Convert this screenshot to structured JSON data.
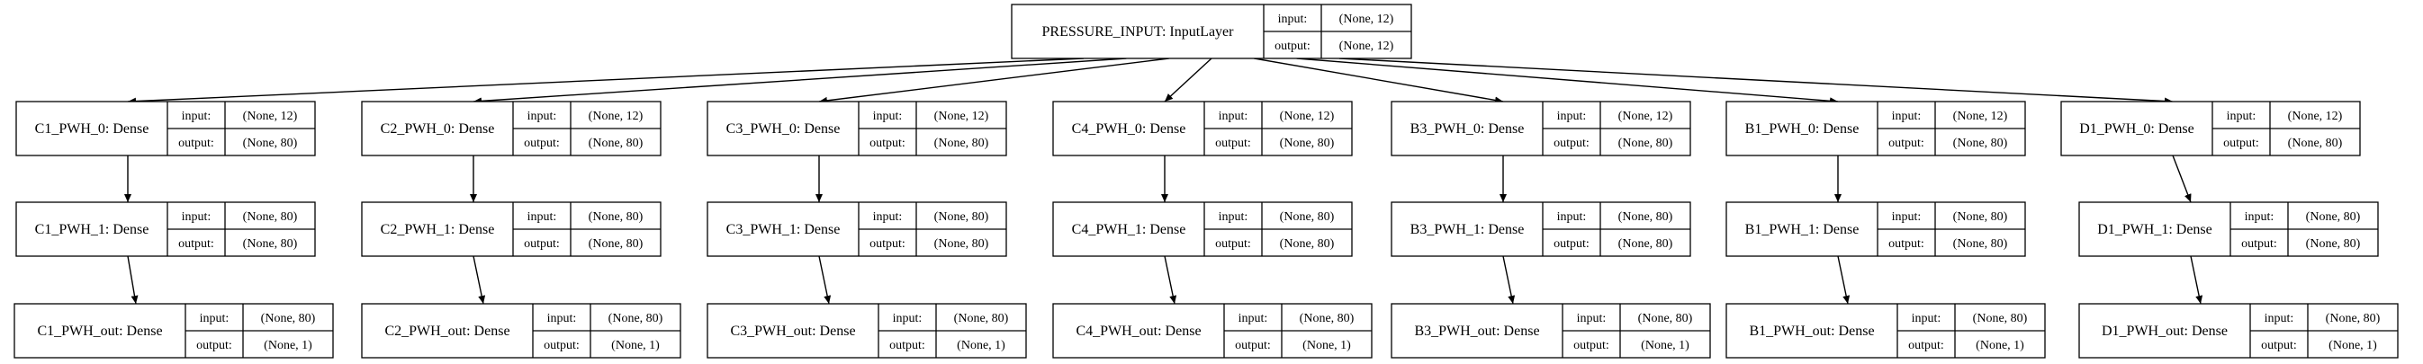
{
  "labels": {
    "input": "input:",
    "output": "output:"
  },
  "root": {
    "name": "PRESSURE_INPUT: InputLayer",
    "input": "(None, 12)",
    "output": "(None, 12)"
  },
  "branches": [
    {
      "layers": [
        {
          "name": "C1_PWH_0: Dense",
          "input": "(None, 12)",
          "output": "(None, 80)"
        },
        {
          "name": "C1_PWH_1: Dense",
          "input": "(None, 80)",
          "output": "(None, 80)"
        },
        {
          "name": "C1_PWH_out: Dense",
          "input": "(None, 80)",
          "output": "(None, 1)"
        }
      ]
    },
    {
      "layers": [
        {
          "name": "C2_PWH_0: Dense",
          "input": "(None, 12)",
          "output": "(None, 80)"
        },
        {
          "name": "C2_PWH_1: Dense",
          "input": "(None, 80)",
          "output": "(None, 80)"
        },
        {
          "name": "C2_PWH_out: Dense",
          "input": "(None, 80)",
          "output": "(None, 1)"
        }
      ]
    },
    {
      "layers": [
        {
          "name": "C3_PWH_0: Dense",
          "input": "(None, 12)",
          "output": "(None, 80)"
        },
        {
          "name": "C3_PWH_1: Dense",
          "input": "(None, 80)",
          "output": "(None, 80)"
        },
        {
          "name": "C3_PWH_out: Dense",
          "input": "(None, 80)",
          "output": "(None, 1)"
        }
      ]
    },
    {
      "layers": [
        {
          "name": "C4_PWH_0: Dense",
          "input": "(None, 12)",
          "output": "(None, 80)"
        },
        {
          "name": "C4_PWH_1: Dense",
          "input": "(None, 80)",
          "output": "(None, 80)"
        },
        {
          "name": "C4_PWH_out: Dense",
          "input": "(None, 80)",
          "output": "(None, 1)"
        }
      ]
    },
    {
      "layers": [
        {
          "name": "B3_PWH_0: Dense",
          "input": "(None, 12)",
          "output": "(None, 80)"
        },
        {
          "name": "B3_PWH_1: Dense",
          "input": "(None, 80)",
          "output": "(None, 80)"
        },
        {
          "name": "B3_PWH_out: Dense",
          "input": "(None, 80)",
          "output": "(None, 1)"
        }
      ]
    },
    {
      "layers": [
        {
          "name": "B1_PWH_0: Dense",
          "input": "(None, 12)",
          "output": "(None, 80)"
        },
        {
          "name": "B1_PWH_1: Dense",
          "input": "(None, 80)",
          "output": "(None, 80)"
        },
        {
          "name": "B1_PWH_out: Dense",
          "input": "(None, 80)",
          "output": "(None, 1)"
        }
      ]
    },
    {
      "layers": [
        {
          "name": "D1_PWH_0: Dense",
          "input": "(None, 12)",
          "output": "(None, 80)"
        },
        {
          "name": "D1_PWH_1: Dense",
          "input": "(None, 80)",
          "output": "(None, 80)"
        },
        {
          "name": "D1_PWH_out: Dense",
          "input": "(None, 80)",
          "output": "(None, 1)"
        }
      ]
    }
  ]
}
